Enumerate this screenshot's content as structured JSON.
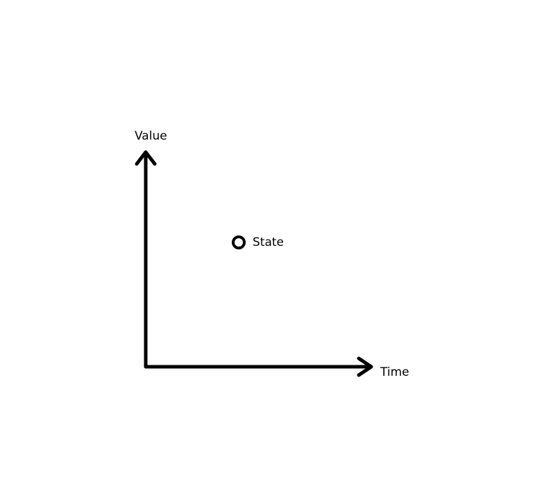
{
  "diagram": {
    "y_axis_label": "Value",
    "x_axis_label": "Time",
    "point_label": "State",
    "ink_color": "#000000",
    "background_color": "#ffffff"
  }
}
